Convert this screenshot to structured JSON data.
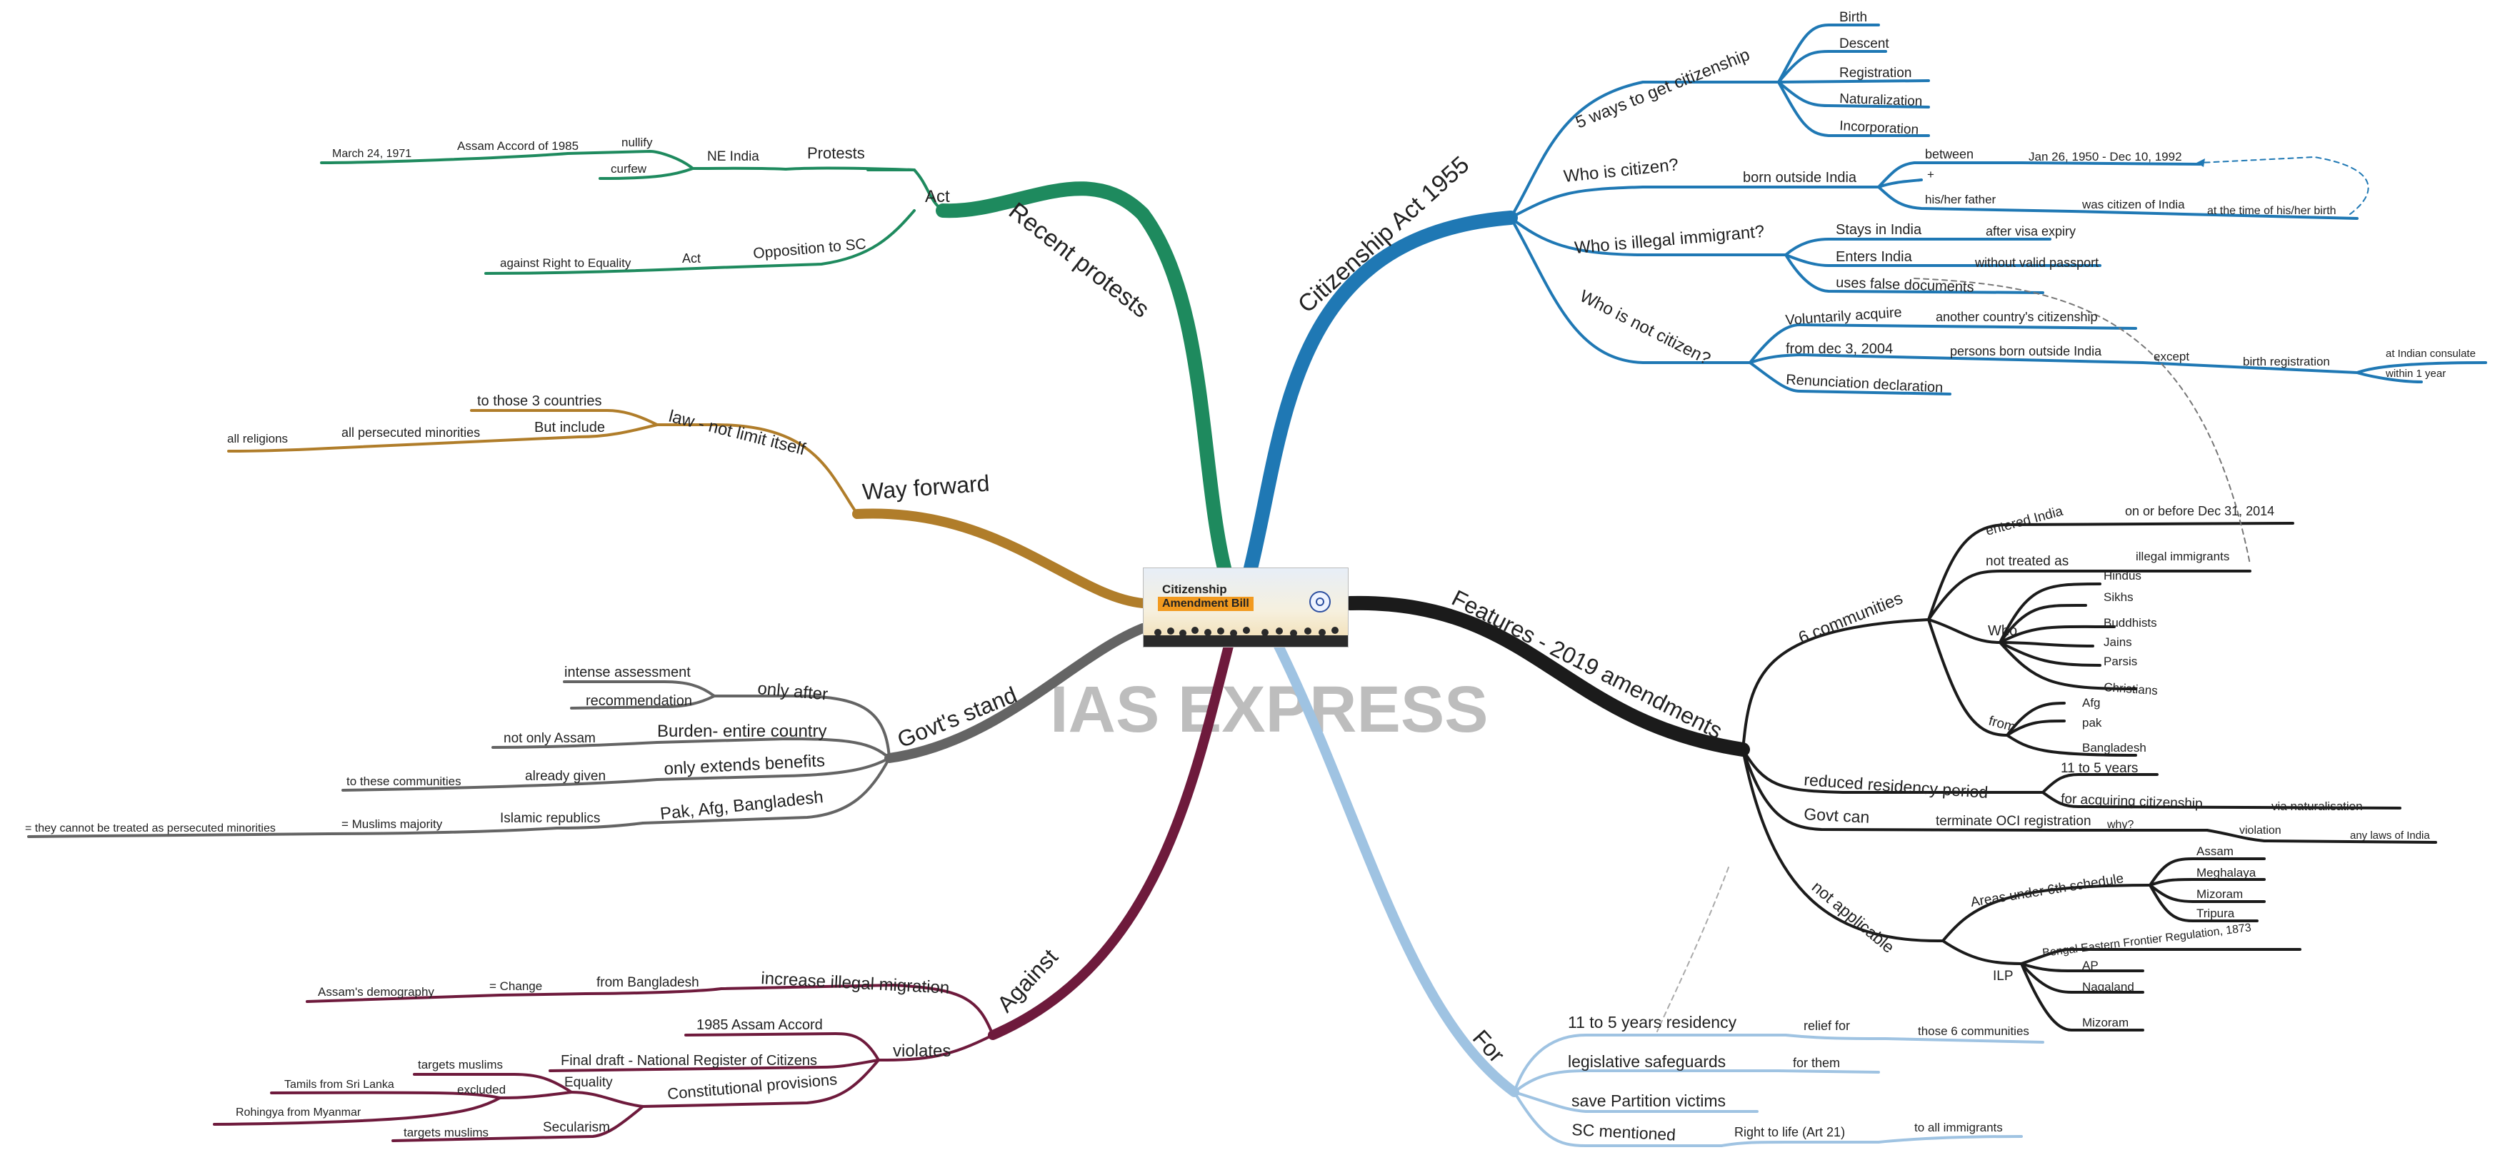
{
  "watermark": "IAS EXPRESS",
  "center": {
    "line1": "Citizenship",
    "line2": "Amendment Bill"
  },
  "labels": {
    "recent_protests": "Recent protests",
    "act": "Act",
    "protests": "Protests",
    "ne_india": "NE India",
    "nullify": "nullify",
    "assam_accord_1985": "Assam Accord of 1985",
    "march_1971": "March 24, 1971",
    "curfew": "curfew",
    "opposition_sc": "Opposition to SC",
    "act2": "Act",
    "against_equality": "against Right to Equality",
    "way_forward": "Way forward",
    "law_not_limit": "law - not limit itself",
    "to_3_countries": "to those 3 countries",
    "but_include": "But include",
    "all_persecuted": "all persecuted minorities",
    "all_religions": "all religions",
    "govts_stand": "Govt's stand",
    "only_after": "only after",
    "intense_assessment": "intense assessment",
    "recommendation": "recommendation",
    "burden": "Burden- entire country",
    "not_only_assam": "not only Assam",
    "only_extends": "only extends benefits",
    "already_given": "already given",
    "to_these_communities": "to these communities",
    "pak_afg_bang": "Pak, Afg, Bangladesh",
    "islamic_republics": "Islamic republics",
    "muslims_majority": "= Muslims majority",
    "cannot_be_treated": "= they cannot be treated as persecuted minorities",
    "against": "Against",
    "increase_migration": "increase illegal migration",
    "from_bangladesh": "from Bangladesh",
    "eq_change": "= Change",
    "assams_demography": "Assam's demography",
    "violates": "violates",
    "assam_accord_1985b": "1985 Assam Accord",
    "final_draft_nrc": "Final draft - National Register of Citizens",
    "constitutional_provisions": "Constitutional provisions",
    "equality": "Equality",
    "targets_muslims": "targets muslims",
    "excluded": "excluded",
    "tamils_sri_lanka": "Tamils from Sri Lanka",
    "rohingya": "Rohingya from Myanmar",
    "secularism": "Secularism",
    "targets_muslims2": "targets muslims",
    "citizenship_act": "Citizenship Act 1955",
    "five_ways": "5 ways to get citizenship",
    "birth": "Birth",
    "descent": "Descent",
    "registration": "Registration",
    "naturalization": "Naturalization",
    "incorporation": "Incorporation",
    "who_is_citizen": "Who is citizen?",
    "born_outside": "born outside India",
    "between": "between",
    "date_range": "Jan 26, 1950 - Dec 10, 1992",
    "plus": "+",
    "his_her_father": "his/her father",
    "was_citizen": "was citizen of India",
    "at_time_birth": "at the time of his/her birth",
    "who_illegal": "Who is illegal immigrant?",
    "stays_in_india": "Stays in India",
    "after_visa": "after visa expiry",
    "enters_india": "Enters India",
    "without_passport": "without valid passport",
    "uses_false": "uses false documents",
    "who_not_citizen": "Who is not citizen?",
    "voluntarily_acquire": "Voluntarily acquire",
    "another_country": "another country's citizenship",
    "from_dec_2004": "from dec 3, 2004",
    "persons_born": "persons born outside India",
    "except": "except",
    "birth_registration": "birth registration",
    "at_indian_consulate": "at Indian consulate",
    "within_1_year": "within 1 year",
    "renunciation": "Renunciation declaration",
    "features": "Features - 2019 amendments",
    "six_communities": "6 communities",
    "entered_india": "entered India",
    "on_or_before": "on or before Dec 31, 2014",
    "not_treated_as": "not treated as",
    "illegal_immigrants": "illegal immigrants",
    "who": "Who",
    "hindus": "Hindus",
    "sikhs": "Sikhs",
    "buddhists": "Buddhists",
    "jains": "Jains",
    "parsis": "Parsis",
    "christians": "Christians",
    "from": "from",
    "afg": "Afg",
    "pak": "pak",
    "bangladesh": "Bangladesh",
    "reduced_residency": "reduced residency period",
    "eleven_to_5": "11 to 5 years",
    "for_acquiring": "for acquiring citizenship",
    "via_naturalisation": "via naturalisation",
    "govt_can": "Govt can",
    "terminate_oci": "terminate OCI registration",
    "why": "why?",
    "violation": "violation",
    "any_laws": "any laws of India",
    "not_applicable": "not applicable",
    "areas_6th_schedule": "Areas under 6th schedule",
    "assam": "Assam",
    "meghalaya": "Meghalaya",
    "mizoram": "Mizoram",
    "tripura": "Tripura",
    "ilp": "ILP",
    "bengal_regulation": "Bengal Eastern Frontier Regulation, 1873",
    "ap": "AP",
    "nagaland": "Nagaland",
    "mizoram2": "Mizoram",
    "for": "For",
    "eleven_5_residency": "11 to 5 years residency",
    "relief_for": "relief for",
    "those_6_communities": "those 6 communities",
    "legislative_safeguards": "legislative safeguards",
    "for_them": "for them",
    "save_partition": "save Partition victims",
    "sc_mentioned": "SC mentioned",
    "right_to_life": "Right to life (Art 21)",
    "to_all_immigrants": "to all immigrants"
  },
  "colors": {
    "green": "#1e8a5e",
    "gold": "#b07d2a",
    "grey": "#646464",
    "maroon": "#6e1a3c",
    "blue": "#1f78b4",
    "black": "#1b1b1b",
    "lightblue": "#9fc3e2"
  }
}
